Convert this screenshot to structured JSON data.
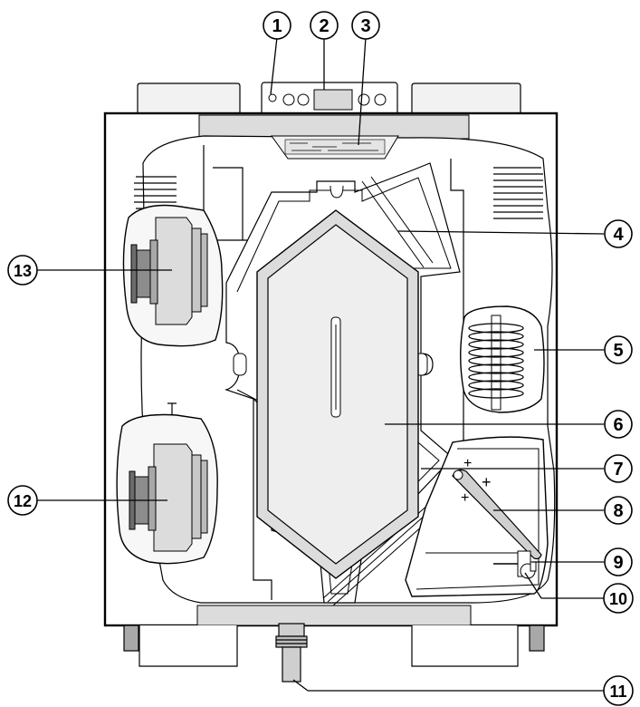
{
  "callouts": [
    {
      "id": "1",
      "label": "1"
    },
    {
      "id": "2",
      "label": "2"
    },
    {
      "id": "3",
      "label": "3"
    },
    {
      "id": "4",
      "label": "4"
    },
    {
      "id": "5",
      "label": "5"
    },
    {
      "id": "6",
      "label": "6"
    },
    {
      "id": "7",
      "label": "7"
    },
    {
      "id": "8",
      "label": "8"
    },
    {
      "id": "9",
      "label": "9"
    },
    {
      "id": "10",
      "label": "10"
    },
    {
      "id": "11",
      "label": "11"
    },
    {
      "id": "12",
      "label": "12"
    },
    {
      "id": "13",
      "label": "13"
    }
  ],
  "colors": {
    "line": "#000000",
    "fill_light": "#f2f2f2",
    "fill_mid": "#dcdcdc",
    "fill_dark": "#a8a8a8",
    "background": "#ffffff"
  }
}
